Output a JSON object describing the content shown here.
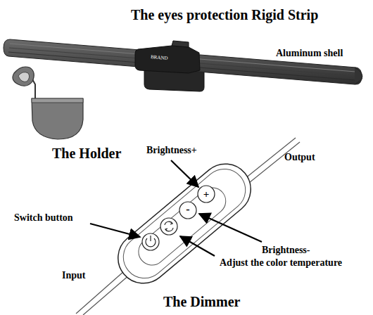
{
  "diagram": {
    "title": "The eyes protection Rigid Strip",
    "labels": [
      "BRAND",
      "Aluminum shell",
      "The Holder",
      "Brightness+",
      "Output",
      "+",
      "-",
      "Switch button",
      "Brightness-",
      "Adjust the color temperature",
      "Input",
      "The Dimmer"
    ]
  }
}
